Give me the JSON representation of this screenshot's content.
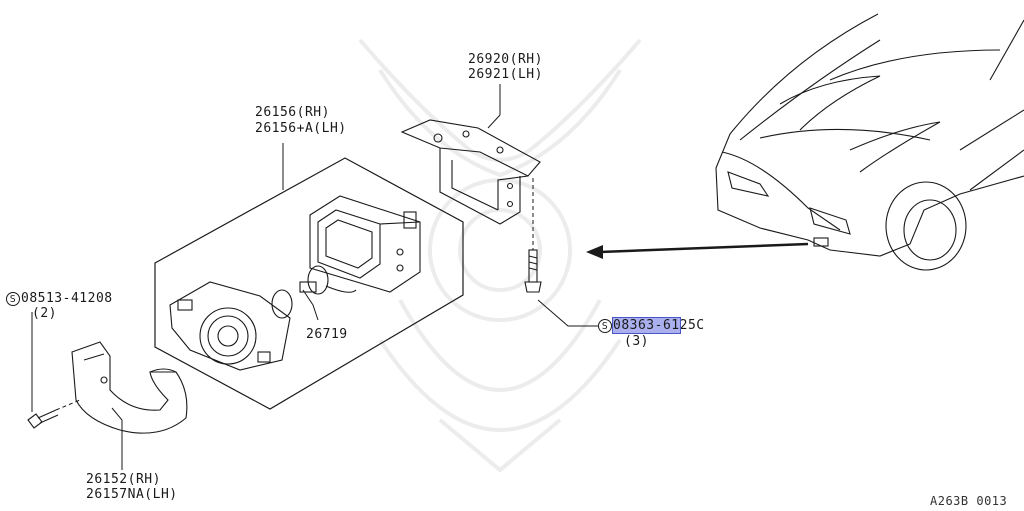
{
  "diagram": {
    "watermark_icon": "samurai-crest-watermark",
    "callouts": {
      "bracket_rh": "26920(RH)",
      "bracket_lh": "26921(LH)",
      "lamp_rh": "26156(RH)",
      "lamp_lh": "26156+A(LH)",
      "screw_left_std": "S",
      "screw_left_pn": "08513-41208",
      "screw_left_qty": "(2)",
      "bulb": "26719",
      "bolt_std": "S",
      "bolt_pn_highlight": "08363-61",
      "bolt_pn_rest": "25C",
      "bolt_qty": "(3)",
      "cover_rh": "26152(RH)",
      "cover_lh": "26157NA(LH)"
    },
    "reference_code": "A263B 0013"
  }
}
